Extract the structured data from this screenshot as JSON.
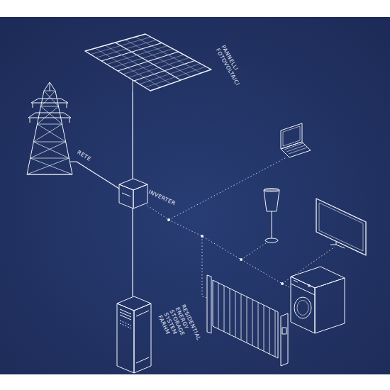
{
  "diagram": {
    "nodes": [
      {
        "text": [
          "PANNELLI FOTOVOLTAICI"
        ]
      },
      {
        "text": [
          "RETE"
        ]
      },
      {
        "text": [
          "INVERTER"
        ]
      },
      {
        "text": [
          "RESIDENTIAL ENERGY STORAGE SYSTEM FARHM"
        ]
      }
    ],
    "edges": [
      {
        "from": 0,
        "to": 2,
        "arrow": "none"
      },
      {
        "from": 1,
        "to": 2,
        "arrow": "none"
      },
      {
        "from": 2,
        "to": 3,
        "arrow": "none"
      }
    ]
  }
}
